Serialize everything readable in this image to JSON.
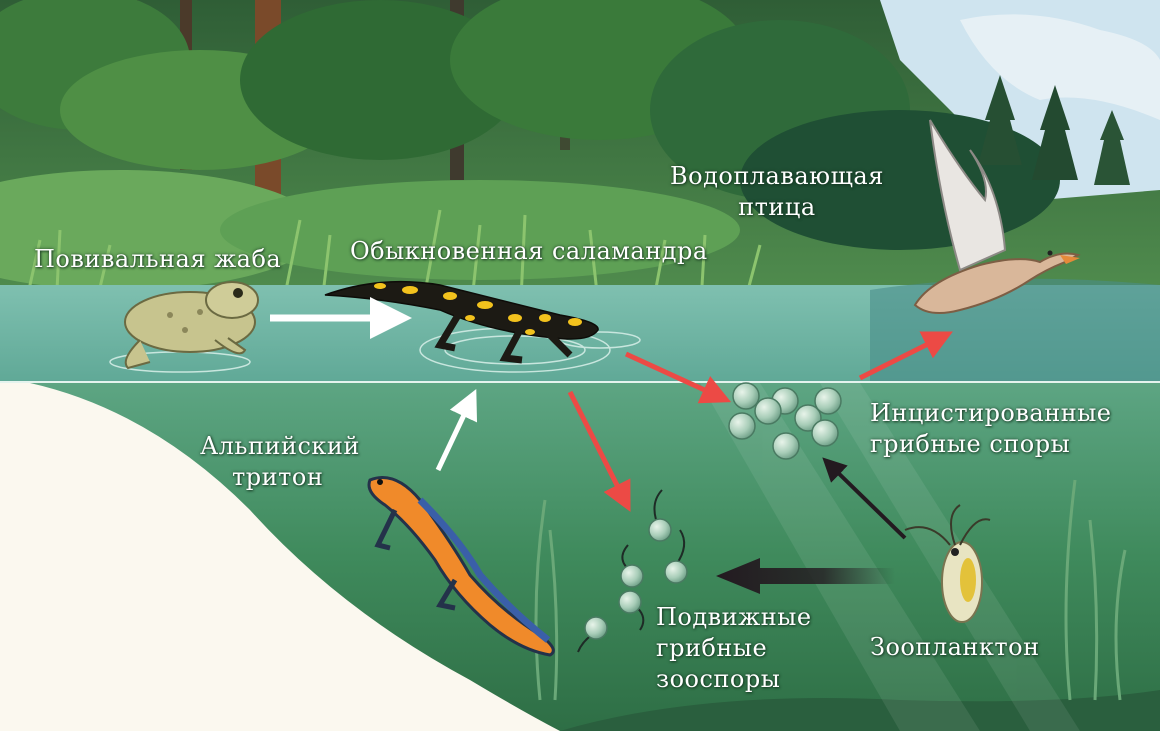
{
  "labels": {
    "toad": "Повивальная жаба",
    "salamander": "Обыкновенная саламандра",
    "bird": [
      "Водоплавающая",
      "птица"
    ],
    "newt": [
      "Альпийский",
      "тритон"
    ],
    "cysts": [
      "Инцистированные",
      "грибные споры"
    ],
    "zoospores": [
      "Подвижные",
      "грибные",
      "зооспоры"
    ],
    "zooplankton": "Зоопланктон"
  },
  "colors": {
    "infection_arrow": "#ec4a45",
    "white_arrow": "#ffffff",
    "dark_arrow": "#231a20",
    "water": "#3f8a5c",
    "sand": "#fbf8ef"
  },
  "icons": [
    "toad",
    "salamander",
    "duck",
    "newt",
    "spore-cluster",
    "zoospores",
    "daphnia"
  ]
}
